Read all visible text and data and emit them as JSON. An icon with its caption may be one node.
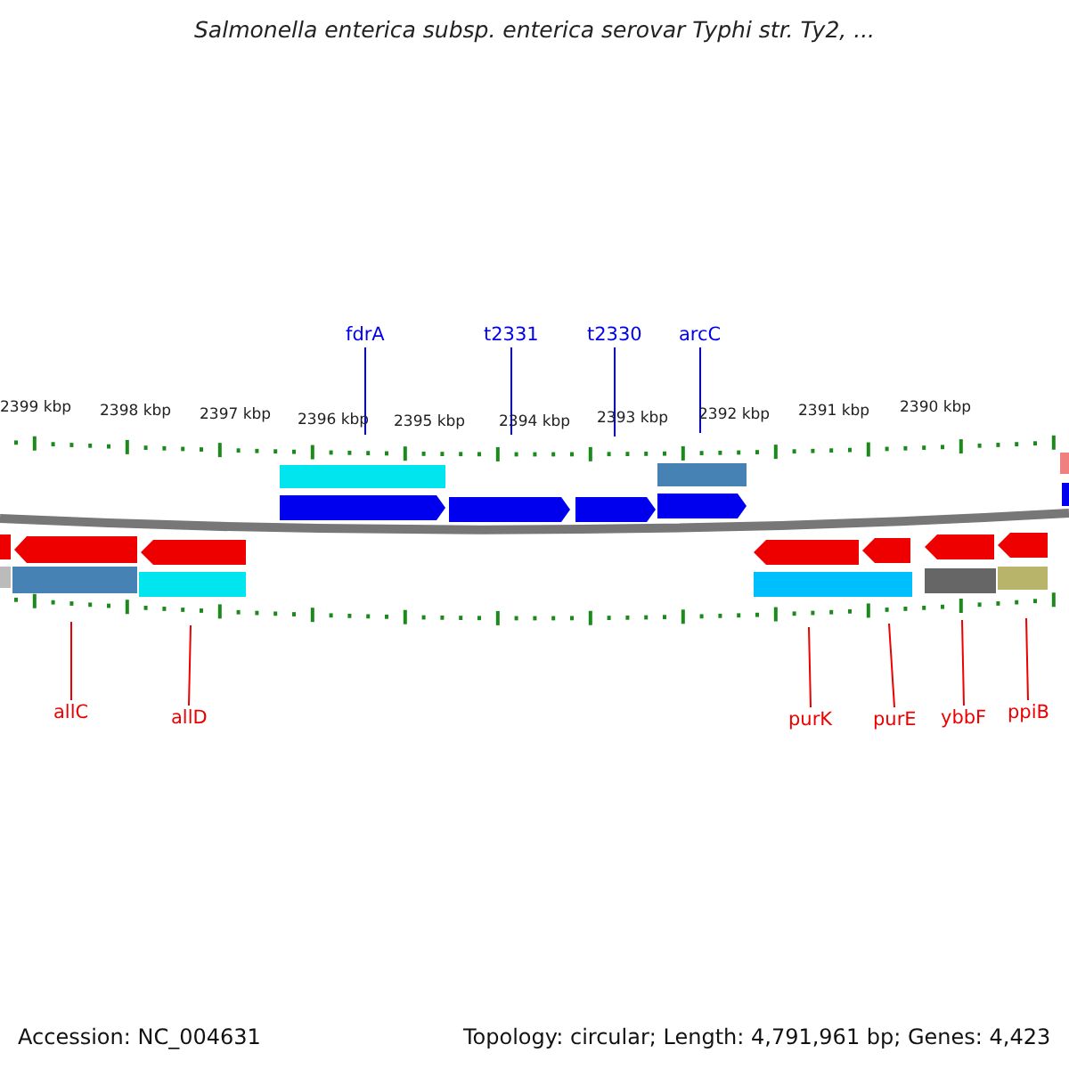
{
  "diagram": {
    "title": "Salmonella enterica subsp. enterica serovar Typhi str. Ty2, ...",
    "nodes": [
      {
        "text": [
          "fdrA"
        ]
      },
      {
        "text": [
          "t2331"
        ]
      },
      {
        "text": [
          "t2330"
        ]
      },
      {
        "text": [
          "arcC"
        ]
      },
      {
        "text": [
          "allC"
        ]
      },
      {
        "text": [
          "allD"
        ]
      },
      {
        "text": [
          "purK"
        ]
      },
      {
        "text": [
          "purE"
        ]
      },
      {
        "text": [
          "ybbF"
        ]
      },
      {
        "text": [
          "ppiB"
        ]
      },
      {
        "text": [],
        "shape": "picture"
      }
    ],
    "edges": [
      {
        "from": 0,
        "to": 10,
        "arrow": "none",
        "color": "#0000ff"
      },
      {
        "from": 1,
        "to": 10,
        "arrow": "none",
        "color": "#0000ff"
      },
      {
        "from": 2,
        "to": 10,
        "arrow": "none",
        "color": "#0000ff"
      },
      {
        "from": 3,
        "to": 10,
        "arrow": "none",
        "color": "#0000ff"
      },
      {
        "from": 4,
        "to": 10,
        "arrow": "none"
      },
      {
        "from": 5,
        "to": 10,
        "arrow": "none"
      },
      {
        "from": 6,
        "to": 10,
        "arrow": "none"
      },
      {
        "from": 7,
        "to": 10,
        "arrow": "none"
      },
      {
        "from": 8,
        "to": 10,
        "arrow": "none"
      },
      {
        "from": 9,
        "to": 10,
        "arrow": "none"
      }
    ],
    "labels": [
      "2399 kbp",
      "2398 kbp",
      "2397 kbp",
      "2396 kbp",
      "2395 kbp",
      "2394 kbp",
      "2393 kbp",
      "2392 kbp",
      "2391 kbp",
      "2390 kbp",
      "Accession: NC_004631",
      "Topology: circular; Length: 4,791,961 bp; Genes: 4,423"
    ]
  }
}
